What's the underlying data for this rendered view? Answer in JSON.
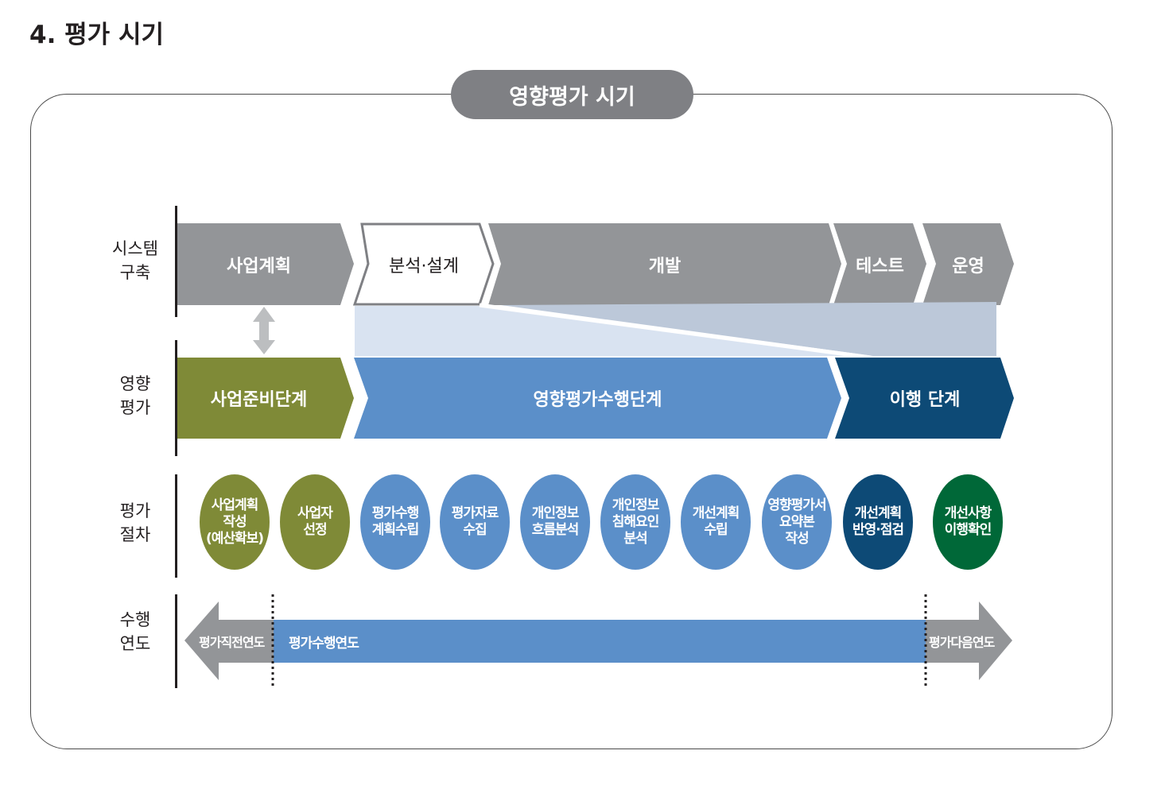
{
  "page_title": "4. 평가 시기",
  "diagram_title": "영향평가 시기",
  "colors": {
    "gray": "#939598",
    "gray_dark": "#7f8084",
    "olive": "#7f8a37",
    "blue": "#5b8fc9",
    "navy": "#0d4a76",
    "dark_green": "#006838",
    "light_band": "#d9e3f1",
    "mid_band": "#bcc8d9",
    "arrow_gray": "#bcbec0"
  },
  "rows": {
    "system": {
      "label": "시스템\n구축"
    },
    "assessment": {
      "label": "영향\n평가"
    },
    "procedure": {
      "label": "평가\n절차"
    },
    "year": {
      "label": "수행\n연도"
    }
  },
  "system_stages": [
    {
      "label": "사업계획",
      "style": "filled"
    },
    {
      "label": "분석·설계",
      "style": "outlined"
    },
    {
      "label": "개발",
      "style": "filled"
    },
    {
      "label": "테스트",
      "style": "filled"
    },
    {
      "label": "운영",
      "style": "filled"
    }
  ],
  "assessment_stages": [
    {
      "label": "사업준비단계",
      "color": "olive"
    },
    {
      "label": "영향평가수행단계",
      "color": "blue"
    },
    {
      "label": "이행 단계",
      "color": "navy"
    }
  ],
  "procedure_steps": [
    {
      "label": "사업계획\n작성\n(예산확보)",
      "color": "olive"
    },
    {
      "label": "사업자\n선정",
      "color": "olive"
    },
    {
      "label": "평가수행\n계획수립",
      "color": "blue"
    },
    {
      "label": "평가자료\n수집",
      "color": "blue"
    },
    {
      "label": "개인정보\n흐름분석",
      "color": "blue"
    },
    {
      "label": "개인정보\n침해요인\n분석",
      "color": "blue"
    },
    {
      "label": "개선계획\n수립",
      "color": "blue"
    },
    {
      "label": "영향평가서\n요약본\n작성",
      "color": "blue"
    },
    {
      "label": "개선계획\n반영·점검",
      "color": "navy"
    },
    {
      "label": "개선사항\n이행확인",
      "color": "dark_green"
    }
  ],
  "years": {
    "previous": "평가직전연도",
    "current": "평가수행연도",
    "next": "평가다음연도"
  }
}
